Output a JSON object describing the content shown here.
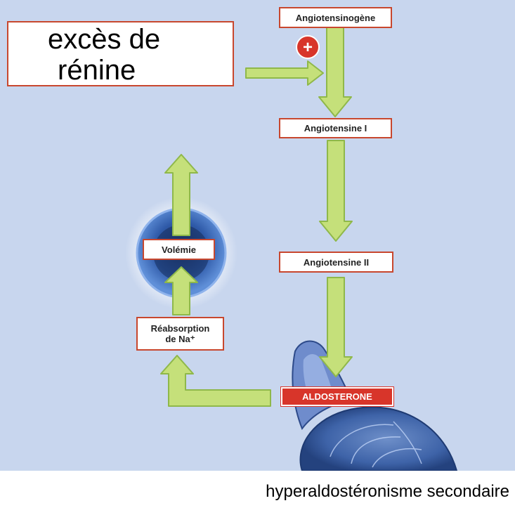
{
  "diagram": {
    "trigger_line1": "excès de",
    "trigger_line2": "rénine",
    "angiotensinogen": "Angiotensinogène",
    "angiotensin1": "Angiotensine I",
    "angiotensin2": "Angiotensine II",
    "aldosterone": "ALDOSTERONE",
    "sodium_line1": "Réabsorption",
    "sodium_line2": "de Na⁺",
    "volemia": "Volémie",
    "plus_sign": "+"
  },
  "caption": "hyperaldostéronisme secondaire",
  "colors": {
    "background": "#c8d6ee",
    "arrow_fill": "#c5e07a",
    "arrow_stroke": "#8fb84a",
    "box_border": "#c8472e",
    "aldosterone_fill": "#d8352a"
  },
  "icons": [
    "plus-badge-icon",
    "vessel-cross-section-icon",
    "adrenal-kidney-icon"
  ]
}
